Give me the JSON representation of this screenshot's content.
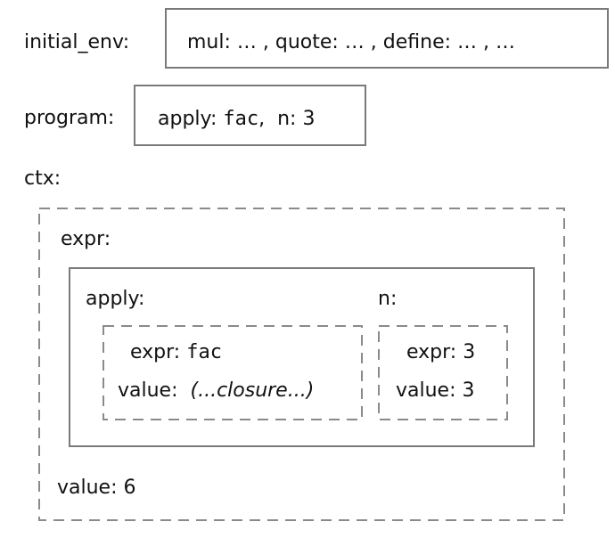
{
  "initial_env": {
    "label": "initial_env:",
    "content": "mul: … , quote: … , define:  … , …"
  },
  "program": {
    "label": "program:",
    "apply_key": "apply: ",
    "apply_value": "fac",
    "sep": ",",
    "n_label": "n: 3"
  },
  "ctx": {
    "label": "ctx:",
    "expr_label": "expr:",
    "apply_label": "apply:",
    "n_label": "n:",
    "apply_box": {
      "expr_key": "expr: ",
      "expr_value": "fac",
      "value_key": "value: ",
      "value_value": "(...closure...)"
    },
    "n_box": {
      "expr_text": "expr: 3",
      "value_text": "value: 3"
    },
    "value_text": "value: 6"
  }
}
